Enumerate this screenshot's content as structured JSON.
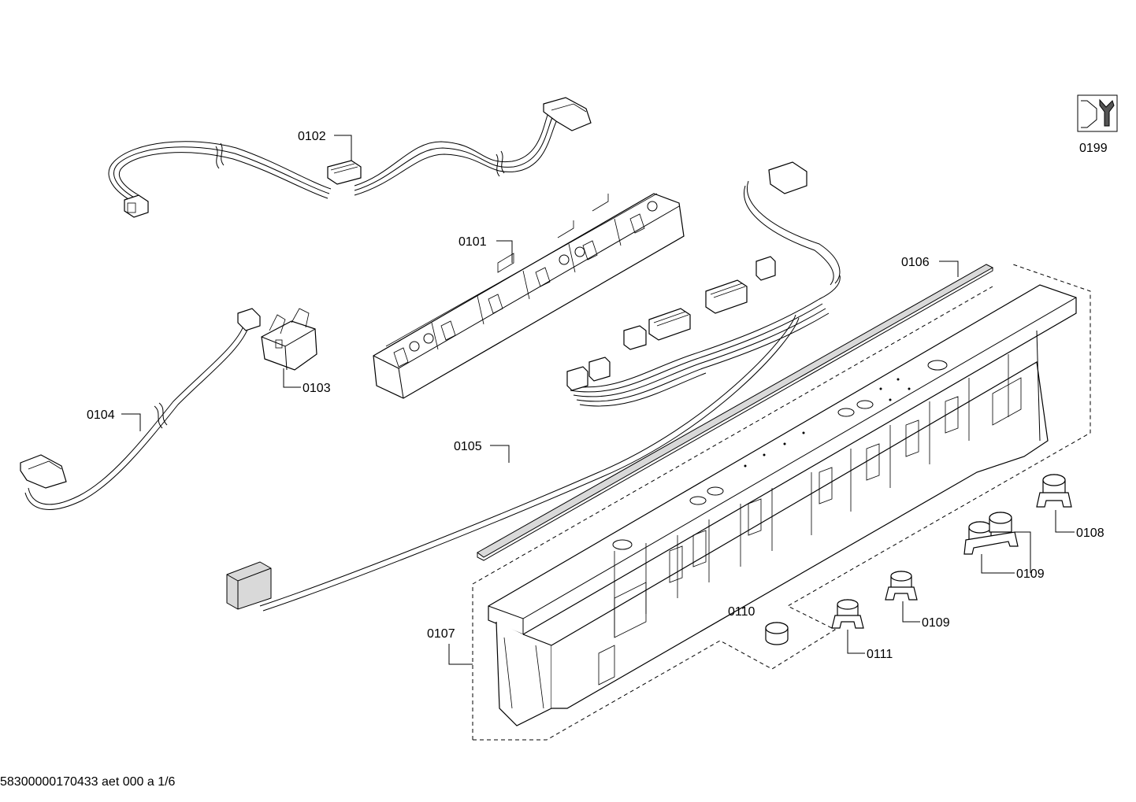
{
  "labels": {
    "p0101": "0101",
    "p0102": "0102",
    "p0103": "0103",
    "p0104": "0104",
    "p0105": "0105",
    "p0106": "0106",
    "p0107": "0107",
    "p0108": "0108",
    "p0109a": "0109",
    "p0109b": "0109",
    "p0110": "0110",
    "p0111": "0111",
    "p0199": "0199"
  },
  "footer": "58300000170433 aet 000 a 1/6",
  "icons": {
    "service_kit": "wrench-and-nut-icon"
  }
}
